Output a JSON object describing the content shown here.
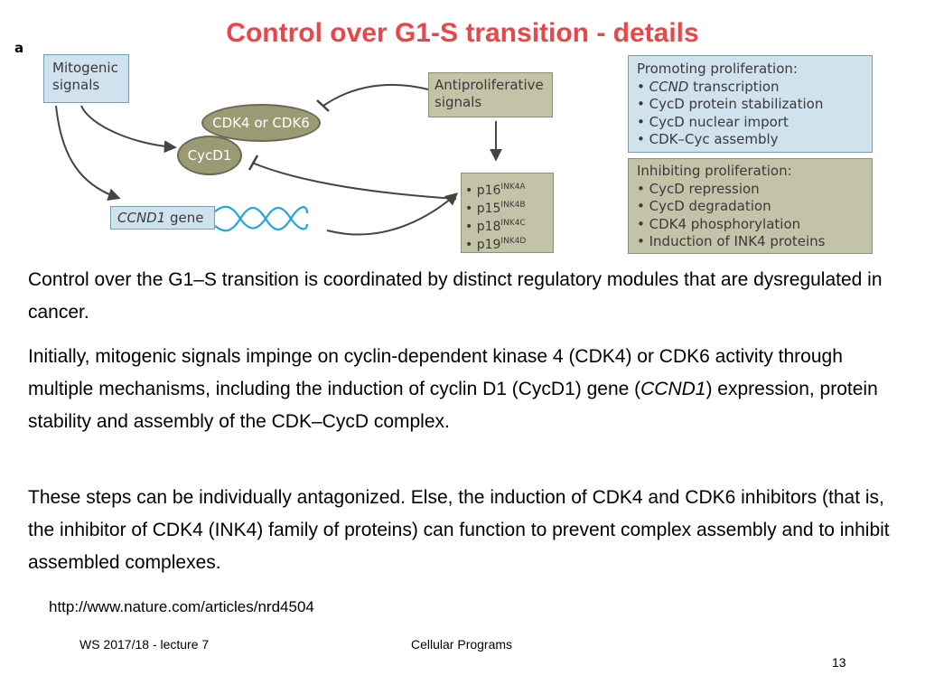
{
  "slide": {
    "title": "Control over G1-S transition - details",
    "panel_letter": "a",
    "url": "http://www.nature.com/articles/nrd4504",
    "footer_left": "WS 2017/18 - lecture 7",
    "footer_center": "Cellular Programs",
    "page_number": "13"
  },
  "diagram": {
    "mitogenic": [
      "Mitogenic",
      "signals"
    ],
    "antiproliferative": [
      "Antiproliferative",
      "signals"
    ],
    "cdk": "CDK4 or CDK6",
    "cycd": "CycD1",
    "ccnd1_gene_name": "CCND1",
    "ccnd1_gene_suffix": " gene",
    "ink4": [
      {
        "name": "• p16",
        "sup": "INK4A"
      },
      {
        "name": "• p15",
        "sup": "INK4B"
      },
      {
        "name": "• p18",
        "sup": "INK4C"
      },
      {
        "name": "• p19",
        "sup": "INK4D"
      }
    ],
    "promoting": {
      "heading": "Promoting proliferation:",
      "item1_italic": "CCND",
      "item1_rest": " transcription",
      "items": [
        "• CycD protein stabilization",
        "• CycD nuclear import",
        "• CDK–Cyc assembly"
      ]
    },
    "inhibiting": {
      "heading": "Inhibiting proliferation:",
      "items": [
        "• CycD repression",
        "• CycD degradation",
        "• CDK4 phosphorylation",
        "• Induction of INK4 proteins"
      ]
    },
    "colors": {
      "blue_box": "#cfe2ee",
      "olive_box": "#c3c3a8",
      "oval": "#9a9b75",
      "arrow": "#444444",
      "helix_blue": "#29a3dd",
      "title": "#e8474a"
    }
  },
  "text": {
    "p1": "Control over the G1–S transition is coordinated by distinct regulatory modules that are dysregulated in cancer.",
    "p2_a": "Initially, mitogenic signals impinge on cyclin-dependent kinase 4 (CDK4) or CDK6 activity through multiple mechanisms, including the induction of cyclin D1 (CycD1) gene (",
    "p2_italic": "CCND1",
    "p2_b": ") expression, protein stability and assembly of the CDK–CycD complex.",
    "p3": "These steps can be individually antagonized. Else, the induction of CDK4 and CDK6 inhibitors (that is, the inhibitor of CDK4 (INK4) family of proteins) can function to prevent complex assembly and to inhibit assembled complexes."
  }
}
